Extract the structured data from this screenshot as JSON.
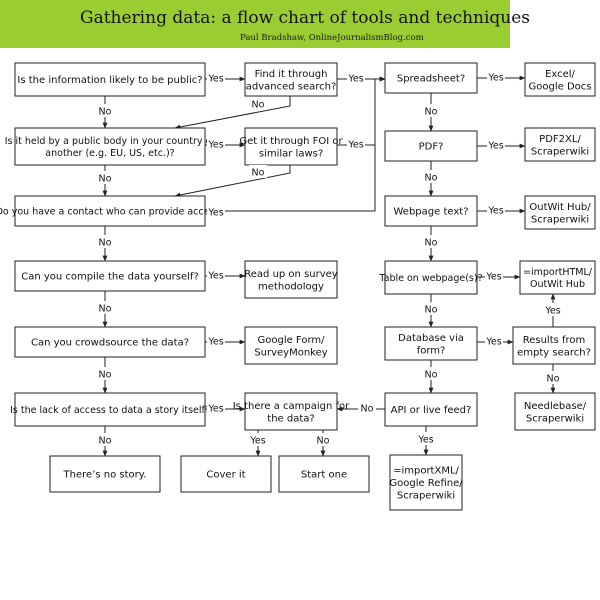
{
  "header": {
    "title": "Gathering data: a flow chart of tools and techniques",
    "credit": "Paul Bradshaw, OnlineJournalismBlog.com"
  },
  "colors": {
    "banner": "#9acd32",
    "line": "#222222"
  },
  "nodes": [
    {
      "id": "n_public",
      "lines": [
        "Is the information likely to be public?"
      ]
    },
    {
      "id": "n_advsearch",
      "lines": [
        "Find it through",
        "advanced search?"
      ]
    },
    {
      "id": "n_publicbody",
      "lines": [
        "Is it held by a public body in your country or",
        "another (e.g. EU, US, etc.)?"
      ]
    },
    {
      "id": "n_foi",
      "lines": [
        "Get it through FOI or",
        "similar laws?"
      ]
    },
    {
      "id": "n_contact",
      "lines": [
        "Do you have a contact who can provide access?"
      ]
    },
    {
      "id": "n_compile",
      "lines": [
        "Can you compile the data yourself?"
      ]
    },
    {
      "id": "n_survey",
      "lines": [
        "Read up on survey",
        "methodology"
      ]
    },
    {
      "id": "n_crowd",
      "lines": [
        "Can you crowdsource the data?"
      ]
    },
    {
      "id": "n_gform",
      "lines": [
        "Google Form/",
        "SurveyMonkey"
      ]
    },
    {
      "id": "n_lack",
      "lines": [
        "Is the lack of access to data a story itself?"
      ]
    },
    {
      "id": "n_campaign",
      "lines": [
        "Is there a campaign for",
        "the data?"
      ]
    },
    {
      "id": "n_nostory",
      "lines": [
        "There’s no story."
      ]
    },
    {
      "id": "n_cover",
      "lines": [
        "Cover it"
      ]
    },
    {
      "id": "n_start",
      "lines": [
        "Start one"
      ]
    },
    {
      "id": "n_spreadsheet",
      "lines": [
        "Spreadsheet?"
      ]
    },
    {
      "id": "n_excel",
      "lines": [
        "Excel/",
        "Google Docs"
      ]
    },
    {
      "id": "n_pdf",
      "lines": [
        "PDF?"
      ]
    },
    {
      "id": "n_pdf2xl",
      "lines": [
        "PDF2XL/",
        "Scraperwiki"
      ]
    },
    {
      "id": "n_webtext",
      "lines": [
        "Webpage text?"
      ]
    },
    {
      "id": "n_outwit",
      "lines": [
        "OutWit Hub/",
        "Scraperwiki"
      ]
    },
    {
      "id": "n_table",
      "lines": [
        "Table on webpage(s)?"
      ]
    },
    {
      "id": "n_importhtml",
      "lines": [
        "=importHTML/",
        "OutWit Hub"
      ]
    },
    {
      "id": "n_dbform",
      "lines": [
        "Database via",
        "form?"
      ]
    },
    {
      "id": "n_results",
      "lines": [
        "Results from",
        "empty search?"
      ]
    },
    {
      "id": "n_needlebase",
      "lines": [
        "Needlebase/",
        "Scraperwiki"
      ]
    },
    {
      "id": "n_api",
      "lines": [
        "API or live feed?"
      ]
    },
    {
      "id": "n_importxml",
      "lines": [
        "=importXML/",
        "Google Refine/",
        "Scraperwiki"
      ]
    }
  ],
  "edges": [
    {
      "from": "n_public",
      "to": "n_advsearch",
      "label": "Yes"
    },
    {
      "from": "n_public",
      "to": "n_publicbody",
      "label": "No"
    },
    {
      "from": "n_advsearch",
      "to": "n_spreadsheet",
      "label": "Yes"
    },
    {
      "from": "n_advsearch",
      "to": "n_publicbody",
      "label": "No"
    },
    {
      "from": "n_publicbody",
      "to": "n_foi",
      "label": "Yes"
    },
    {
      "from": "n_publicbody",
      "to": "n_contact",
      "label": "No"
    },
    {
      "from": "n_foi",
      "to": "n_spreadsheet",
      "label": "Yes"
    },
    {
      "from": "n_foi",
      "to": "n_contact",
      "label": "No"
    },
    {
      "from": "n_contact",
      "to": "n_spreadsheet",
      "label": "Yes"
    },
    {
      "from": "n_contact",
      "to": "n_compile",
      "label": "No"
    },
    {
      "from": "n_compile",
      "to": "n_survey",
      "label": "Yes"
    },
    {
      "from": "n_compile",
      "to": "n_crowd",
      "label": "No"
    },
    {
      "from": "n_crowd",
      "to": "n_gform",
      "label": "Yes"
    },
    {
      "from": "n_crowd",
      "to": "n_lack",
      "label": "No"
    },
    {
      "from": "n_lack",
      "to": "n_campaign",
      "label": "Yes"
    },
    {
      "from": "n_lack",
      "to": "n_nostory",
      "label": "No"
    },
    {
      "from": "n_campaign",
      "to": "n_cover",
      "label": "Yes"
    },
    {
      "from": "n_campaign",
      "to": "n_start",
      "label": "No"
    },
    {
      "from": "n_spreadsheet",
      "to": "n_excel",
      "label": "Yes"
    },
    {
      "from": "n_spreadsheet",
      "to": "n_pdf",
      "label": "No"
    },
    {
      "from": "n_pdf",
      "to": "n_pdf2xl",
      "label": "Yes"
    },
    {
      "from": "n_pdf",
      "to": "n_webtext",
      "label": "No"
    },
    {
      "from": "n_webtext",
      "to": "n_outwit",
      "label": "Yes"
    },
    {
      "from": "n_webtext",
      "to": "n_table",
      "label": "No"
    },
    {
      "from": "n_table",
      "to": "n_importhtml",
      "label": "Yes"
    },
    {
      "from": "n_table",
      "to": "n_dbform",
      "label": "No"
    },
    {
      "from": "n_dbform",
      "to": "n_results",
      "label": "Yes"
    },
    {
      "from": "n_dbform",
      "to": "n_api",
      "label": "No"
    },
    {
      "from": "n_results",
      "to": "n_importhtml",
      "label": "Yes"
    },
    {
      "from": "n_results",
      "to": "n_needlebase",
      "label": "No"
    },
    {
      "from": "n_api",
      "to": "n_importxml",
      "label": "Yes"
    },
    {
      "from": "n_api",
      "to": "n_campaign",
      "label": "No"
    }
  ]
}
